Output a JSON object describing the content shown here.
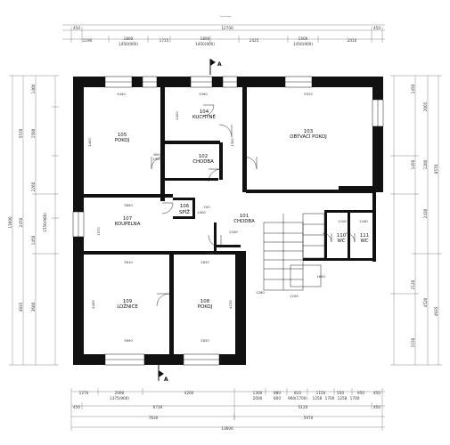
{
  "top_dims": {
    "row_top": [
      "450",
      "12700",
      "450"
    ],
    "row_mid": [
      "1190",
      "1800",
      "1715",
      "1800",
      "2425",
      "1500",
      "2010"
    ],
    "row_mid_sub": [
      "1450(900)",
      "1450(900)",
      "1450(900)"
    ]
  },
  "bottom_dims": {
    "row1": [
      "1270",
      "2090",
      "4200",
      "1300",
      "880",
      "810",
      "1150",
      "550",
      "950",
      "450"
    ],
    "row1_sub": [
      "1375(900)",
      "2000",
      "800",
      "960(1700)",
      "1258",
      "1700",
      "1258",
      "1700"
    ],
    "row2": [
      "450",
      "6730",
      "5120",
      "450"
    ],
    "row3": [
      "7630",
      "5970"
    ],
    "row4": [
      "13600"
    ]
  },
  "left_dims": {
    "outer": [
      "13600"
    ],
    "mid": [
      "5570",
      "2470",
      "4935"
    ],
    "inner": [
      "1400",
      "1500",
      "2260",
      "1450",
      "3600"
    ],
    "sub": [
      "1550(900)"
    ]
  },
  "right_dims": {
    "outer": [
      "8570",
      "4935"
    ],
    "inner": [
      "2005",
      "1200",
      "2430",
      "4520"
    ],
    "sub": [
      "1450",
      "1450",
      "2120",
      "1150"
    ]
  },
  "rooms": [
    {
      "num": "105",
      "name": "POKOJ"
    },
    {
      "num": "104",
      "name": "KUCHYNĚ"
    },
    {
      "num": "103",
      "name": "OBÝVACÍ POKOJ"
    },
    {
      "num": "102",
      "name": "CHODBA"
    },
    {
      "num": "107",
      "name": "KOUPELNA"
    },
    {
      "num": "106",
      "name": "SPÍŽ"
    },
    {
      "num": "101",
      "name": "CHODBA"
    },
    {
      "num": "109",
      "name": "LOŽNICE"
    },
    {
      "num": "108",
      "name": "POKOJ"
    },
    {
      "num": "110",
      "name": "WC"
    },
    {
      "num": "111",
      "name": "WC"
    }
  ],
  "inner_labels": [
    "3440",
    "3390",
    "5525",
    "1400",
    "2400",
    "1300",
    "800",
    "1900",
    "3850",
    "2160",
    "1000",
    "1280",
    "1100",
    "1600",
    "3610",
    "2820",
    "4265",
    "4235",
    "3850",
    "2820",
    "1100",
    "1160",
    "700",
    "900",
    "1570"
  ],
  "section_marks": [
    "A",
    "A"
  ]
}
